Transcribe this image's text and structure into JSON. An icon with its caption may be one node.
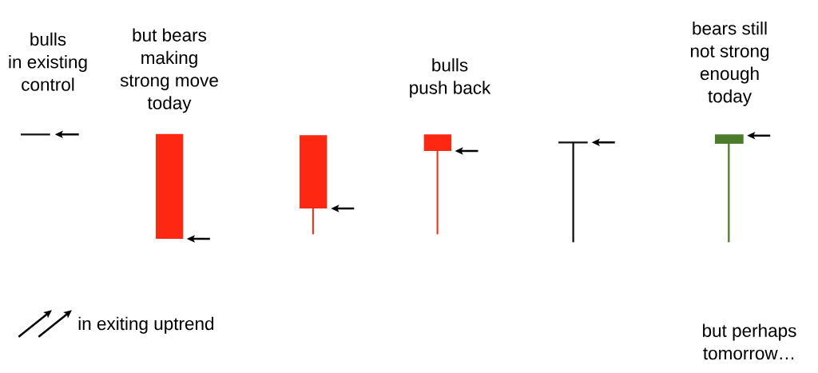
{
  "diagram": {
    "nodes": [
      {
        "text": [],
        "shape": "candlestick",
        "beside": [
          "bulls in existing control"
        ]
      },
      {
        "text": [],
        "shape": "candlestick",
        "beside": [
          "but bears making strong move today"
        ]
      },
      {
        "text": [],
        "shape": "candlestick"
      },
      {
        "text": [],
        "shape": "candlestick",
        "beside": [
          "bulls push back"
        ]
      },
      {
        "text": [],
        "shape": "candlestick"
      },
      {
        "text": [],
        "shape": "candlestick",
        "beside": [
          "bears still not strong enough today"
        ]
      }
    ],
    "edges": [
      {
        "from": null,
        "to": 0,
        "arrow": "to"
      },
      {
        "from": null,
        "to": 1,
        "arrow": "to"
      },
      {
        "from": null,
        "to": 2,
        "arrow": "to"
      },
      {
        "from": null,
        "to": 3,
        "arrow": "to"
      },
      {
        "from": null,
        "to": 4,
        "arrow": "to"
      },
      {
        "from": null,
        "to": 5,
        "arrow": "to"
      }
    ],
    "labels": [
      "in exiting uptrend",
      "but perhaps tomorrow…"
    ]
  }
}
